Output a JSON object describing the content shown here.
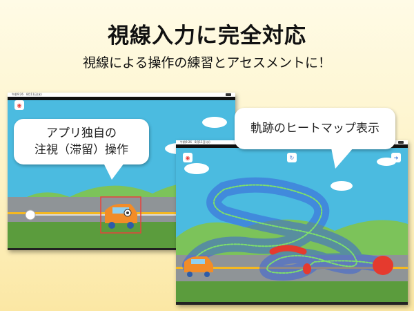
{
  "header": {
    "title": "視線入力に完全対応",
    "subtitle": "視線による操作の練習とアセスメントに！"
  },
  "left_screen": {
    "status_text": "午前9:26　8月11日(水)",
    "bubble_line1": "アプリ独自の",
    "bubble_line2": "注視（滞留）操作",
    "stop_icon": "stop-circle-icon"
  },
  "right_screen": {
    "status_text": "午前9:26　8月11日(水)",
    "bubble": "軌跡のヒートマップ表示",
    "stop_icon": "stop-circle-icon",
    "replay_icon": "replay-icon",
    "next_icon": "arrow-right-circle-icon"
  },
  "colors": {
    "sky": "#4bbbe0",
    "road": "#8f9497",
    "accent_red": "#e8413c",
    "car": "#f28c28",
    "heat": "#e53a2e"
  }
}
